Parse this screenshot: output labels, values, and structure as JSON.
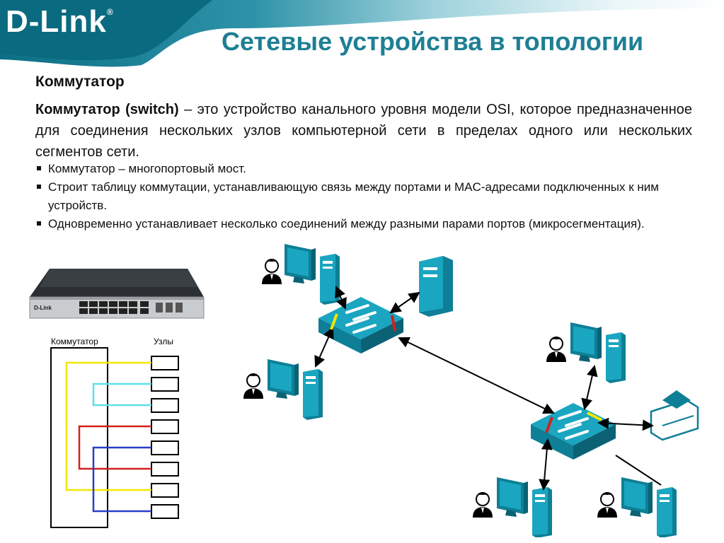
{
  "logo": {
    "text": "D-Link",
    "mark": "®"
  },
  "title": "Сетевые устройства в топологии",
  "subtitle": "Коммутатор",
  "intro": {
    "term": "Коммутатор (switch)",
    "text": " – это устройство канального уровня модели OSI, которое предназначенное для соединения нескольких узлов компьютерной сети в пределах одного или нескольких сегментов сети."
  },
  "bullets": [
    "Коммутатор – многопортовый мост.",
    "Строит таблицу коммутации, устанавливающую связь между портами и MAC-адресами подключенных к ним устройств.",
    "Одновременно устанавливает несколько соединений между разными парами портов (микросегментация)."
  ],
  "diagram": {
    "switch_label": "Коммутатор",
    "nodes_label": "Узлы"
  },
  "colors": {
    "brand_teal": "#1e7f94",
    "device_teal": "#0e7f96",
    "link_yellow": "#f2e600",
    "link_cyan": "#5fe0e8",
    "link_red": "#d42020",
    "link_blue": "#2a3fc8"
  }
}
